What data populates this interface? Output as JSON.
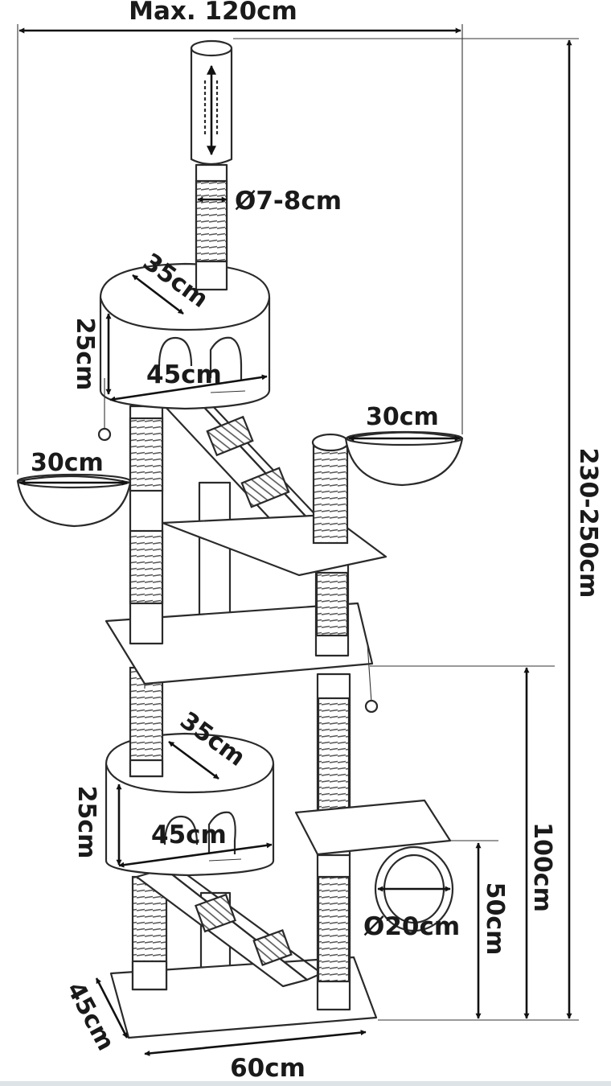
{
  "diagram": {
    "labels": {
      "max_width": "Max. 120cm",
      "post_diameter": "Ø7-8cm",
      "upper_cave_depth": "35cm",
      "upper_cave_height": "25cm",
      "upper_cave_width": "45cm",
      "right_hammock": "30cm",
      "left_hammock": "30cm",
      "total_height": "230-250cm",
      "lower_cave_depth": "35cm",
      "lower_cave_height": "25cm",
      "lower_cave_width": "45cm",
      "tunnel_diameter": "Ø20cm",
      "platform_height_100": "100cm",
      "platform_height_50": "50cm",
      "base_depth": "45cm",
      "base_width": "60cm"
    }
  }
}
